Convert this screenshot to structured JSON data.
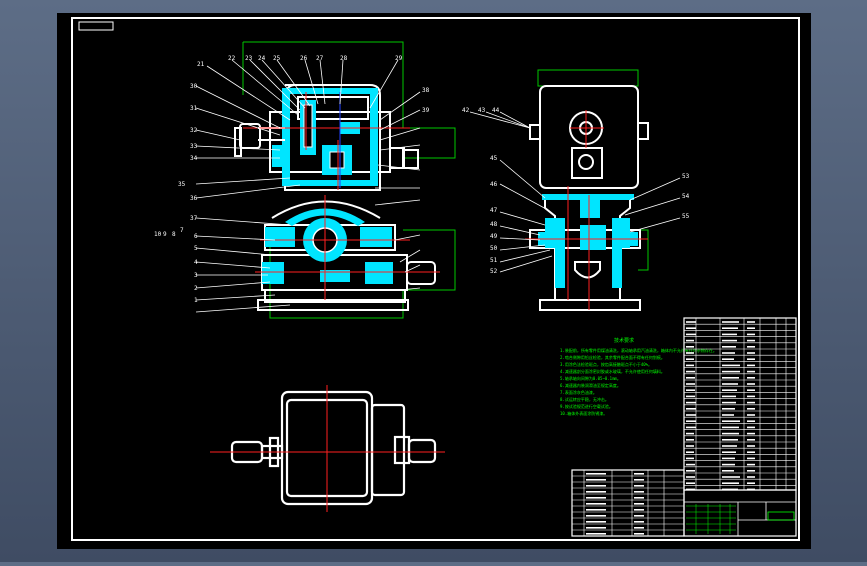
{
  "colors": {
    "background_outer": "#4a5870",
    "sheet": "#000000",
    "line": "#ffffff",
    "hatch": "#00e5ff",
    "center": "#ff2020",
    "frame_green": "#00c800",
    "note_text": "#00ff00",
    "blue": "#2040ff",
    "magenta": "#ff30ff"
  },
  "balloons_left": [
    "21",
    "22",
    "23",
    "24",
    "25",
    "26",
    "27",
    "28",
    "29",
    "30",
    "31",
    "32",
    "33",
    "34",
    "35",
    "36",
    "37",
    "38",
    "39",
    "1",
    "2",
    "3",
    "4",
    "5",
    "6",
    "7",
    "8",
    "9",
    "10"
  ],
  "balloons_right": [
    "42",
    "43",
    "44",
    "45",
    "46",
    "47",
    "48",
    "49",
    "50",
    "51",
    "52",
    "53",
    "54",
    "55"
  ],
  "tech_notes": {
    "heading": "技术要求",
    "lines": [
      "1.装配前，所有零件用煤油清洗，滚动轴承用汽油清洗，箱体内不允许有任何杂物存在。",
      "2.啮合侧隙用铅丝检验，其余零件配合面不得有任何划痕。",
      "3.用涂色法检验斑点，按齿高接触斑点不小于40%。",
      "4.减速器剖分面涂密封胶或水玻璃，不允许使用任何填料。",
      "5.轴承轴向间隙为0.05~0.1mm。",
      "6.减速器内装润滑油至规定高度。",
      "7.表面涂灰色油漆。",
      "8.试运转应平稳，无冲击。",
      "9.按试验规范进行空载试验。",
      "10.箱体外表面涂防锈漆。"
    ]
  }
}
